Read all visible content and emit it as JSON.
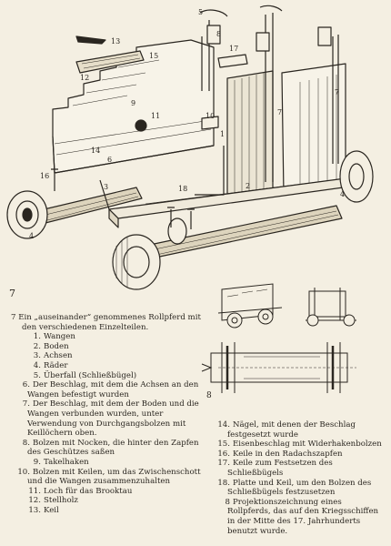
{
  "figure_labels": {
    "fig7": "7",
    "fig8": "8",
    "parts": [
      "1",
      "2",
      "3",
      "4",
      "5",
      "6",
      "7",
      "8",
      "9",
      "10",
      "11",
      "12",
      "13",
      "14",
      "15",
      "16",
      "17",
      "18"
    ]
  },
  "caption_left": {
    "lead_number": "7",
    "lead_text": "Ein „auseinander“ genommenes Rollpferd mit den verschiedenen Einzelteilen.",
    "items": [
      {
        "n": "1.",
        "text": "Wangen"
      },
      {
        "n": "2.",
        "text": "Boden"
      },
      {
        "n": "3.",
        "text": "Achsen"
      },
      {
        "n": "4.",
        "text": "Räder"
      },
      {
        "n": "5.",
        "text": "Überfall (Schließbügel)"
      },
      {
        "n": "6.",
        "text": "Der Beschlag, mit dem die Achsen an den Wangen befestigt wurden"
      },
      {
        "n": "7.",
        "text": "Der Beschlag, mit dem der Boden und die Wangen verbunden wurden, unter Verwendung von Durchgangsbolzen mit Keillöchern oben."
      },
      {
        "n": "8.",
        "text": "Bolzen mit Nocken, die hinter den Zapfen des Geschützes saßen"
      },
      {
        "n": "9.",
        "text": "Takelhaken"
      },
      {
        "n": "10.",
        "text": "Bolzen mit Keilen, um das Zwischenschott und die Wangen zusammenzuhalten"
      },
      {
        "n": "11.",
        "text": "Loch für das Brooktau"
      },
      {
        "n": "12.",
        "text": "Stellholz"
      },
      {
        "n": "13.",
        "text": "Keil"
      }
    ]
  },
  "caption_right": {
    "items": [
      {
        "n": "14.",
        "text": "Nägel, mit denen der Beschlag festgesetzt wurde"
      },
      {
        "n": "15.",
        "text": "Eisenbeschlag mit Widerhakenbolzen"
      },
      {
        "n": "16.",
        "text": "Keile in den Radachszapfen"
      },
      {
        "n": "17.",
        "text": "Keile zum Festsetzen des Schließbügels"
      },
      {
        "n": "18.",
        "text": "Platte und Keil, um den Bolzen des Schließbügels festzusetzen"
      },
      {
        "n": "8",
        "text": "Projektionszeichnung eines Rollpferds, das auf den Kriegsschiffen in der Mitte des 17. Jahrhunderts benutzt wurde."
      }
    ]
  }
}
